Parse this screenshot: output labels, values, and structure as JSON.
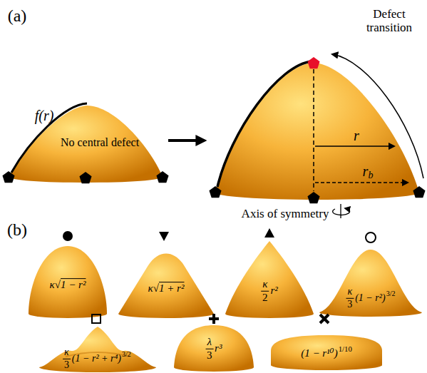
{
  "diagram": {
    "labels": [
      "(a)",
      "f(r)",
      "No central defect",
      "Defect transition",
      "r",
      "r",
      "b",
      "Axis of symmetry",
      "(b)",
      "κ√",
      "1 − r²",
      "κ√",
      "1 + r²",
      "κ",
      "2",
      "r²",
      "κ",
      "3",
      "(1 − r²)",
      "3/2",
      "κ",
      "3",
      "(1 − r² + r⁴)",
      "3/2",
      "λ",
      "3",
      "r³",
      "(1 − r¹⁰)",
      "1/10"
    ]
  }
}
